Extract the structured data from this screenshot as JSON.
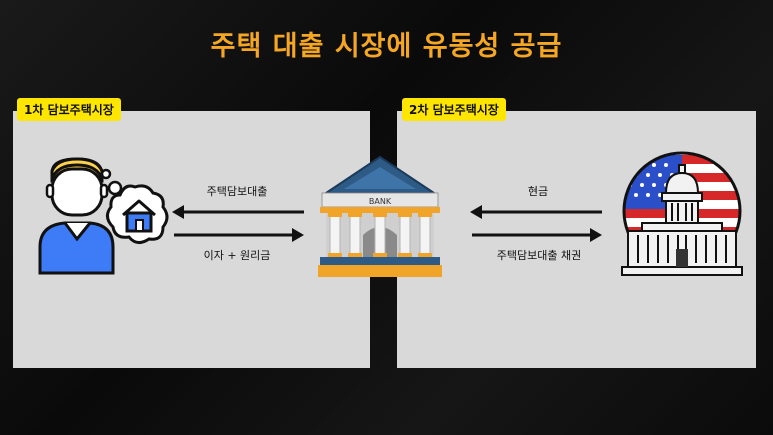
{
  "title": "주택 대출 시장에 유동성 공급",
  "panels": {
    "primary_label": "1차 담보주택시장",
    "secondary_label": "2차 담보주택시장"
  },
  "flows": {
    "mortgage_loan": "주택담보대출",
    "interest_principal": "이자 + 원리금",
    "cash": "현금",
    "mortgage_bond": "주택담보대출 채권"
  },
  "bank_sign": "BANK",
  "colors": {
    "title": "#f5a623",
    "tag": "#ffe600",
    "panel": "#d9d9d9",
    "arrow": "#111111"
  },
  "icons": [
    "person-thinking-house-icon",
    "bank-icon",
    "capitol-flag-icon"
  ]
}
